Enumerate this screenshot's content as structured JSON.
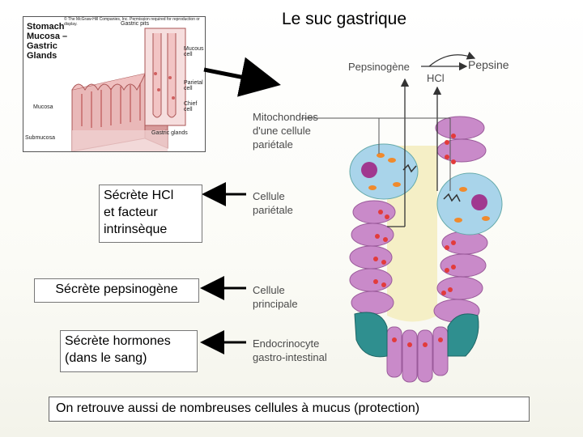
{
  "title": "Le suc gastrique",
  "inset": {
    "credit": "© The McGraw-Hill Companies, Inc. Permission required for reproduction or display.",
    "heading_lines": [
      "Stomach",
      "Mucosa –",
      "Gastric",
      "Glands"
    ],
    "labels": {
      "gastric_pits": "Gastric pits",
      "mucous_cell": "Mucous cell",
      "parietal_cell": "Parietal cell",
      "chief_cell": "Chief cell",
      "gastric_glands": "Gastric glands",
      "mucosa": "Mucosa",
      "submucosa": "Submucosa"
    }
  },
  "reaction": {
    "pepsinogen": "Pepsinogène",
    "pepsin": "Pepsine",
    "hcl": "HCl"
  },
  "captions": {
    "mitochondria": [
      "Mitochondries",
      "d'une cellule",
      "pariétale"
    ],
    "parietal": [
      "Cellule",
      "pariétale"
    ],
    "chief": [
      "Cellule",
      "principale"
    ],
    "endocrine": [
      "Endocrinocyte",
      "gastro-intestinal"
    ]
  },
  "functions": {
    "parietal": [
      "Sécrète HCl",
      "et facteur",
      "intrinsèque"
    ],
    "chief": "Sécrète pepsinogène",
    "endocrine": [
      "Sécrète hormones",
      "(dans le sang)"
    ]
  },
  "note": "On retrouve aussi de nombreuses cellules à mucus (protection)",
  "colors": {
    "cell": "#c98ac9",
    "lumen": "#f5efc6",
    "parietal": "#a9d4ea",
    "endocrine": "#2f8f8f",
    "dot": "#e23b3b"
  }
}
